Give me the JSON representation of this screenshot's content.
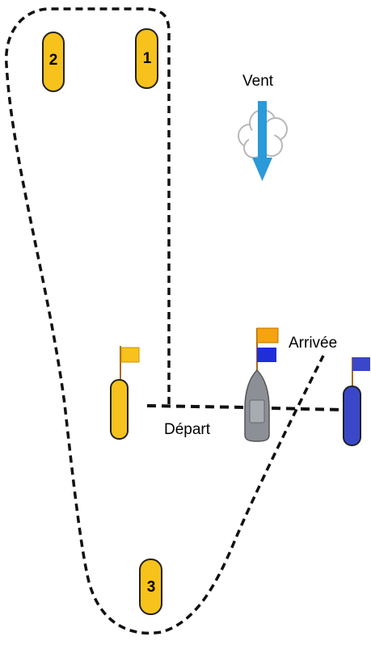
{
  "labels": {
    "wind": "Vent",
    "start": "Départ",
    "finish": "Arrivée"
  },
  "marks": [
    {
      "number": "1",
      "color": "#f7c21c"
    },
    {
      "number": "2",
      "color": "#f7c21c"
    },
    {
      "number": "3",
      "color": "#f7c21c"
    }
  ],
  "colors": {
    "yellow_buoy": "#f7c21c",
    "blue_buoy": "#3a47c8",
    "committee_boat": "#8c8f96",
    "orange_flag": "#f5a310",
    "blue_flag": "#1f2ed6",
    "wind_arrow": "#2a9ad8",
    "course_line": "#111111"
  },
  "icons": [
    "wind-cloud-icon",
    "wind-arrow-icon",
    "yellow-flag-icon",
    "orange-flag-icon",
    "blue-flag-icon",
    "committee-boat-icon"
  ]
}
